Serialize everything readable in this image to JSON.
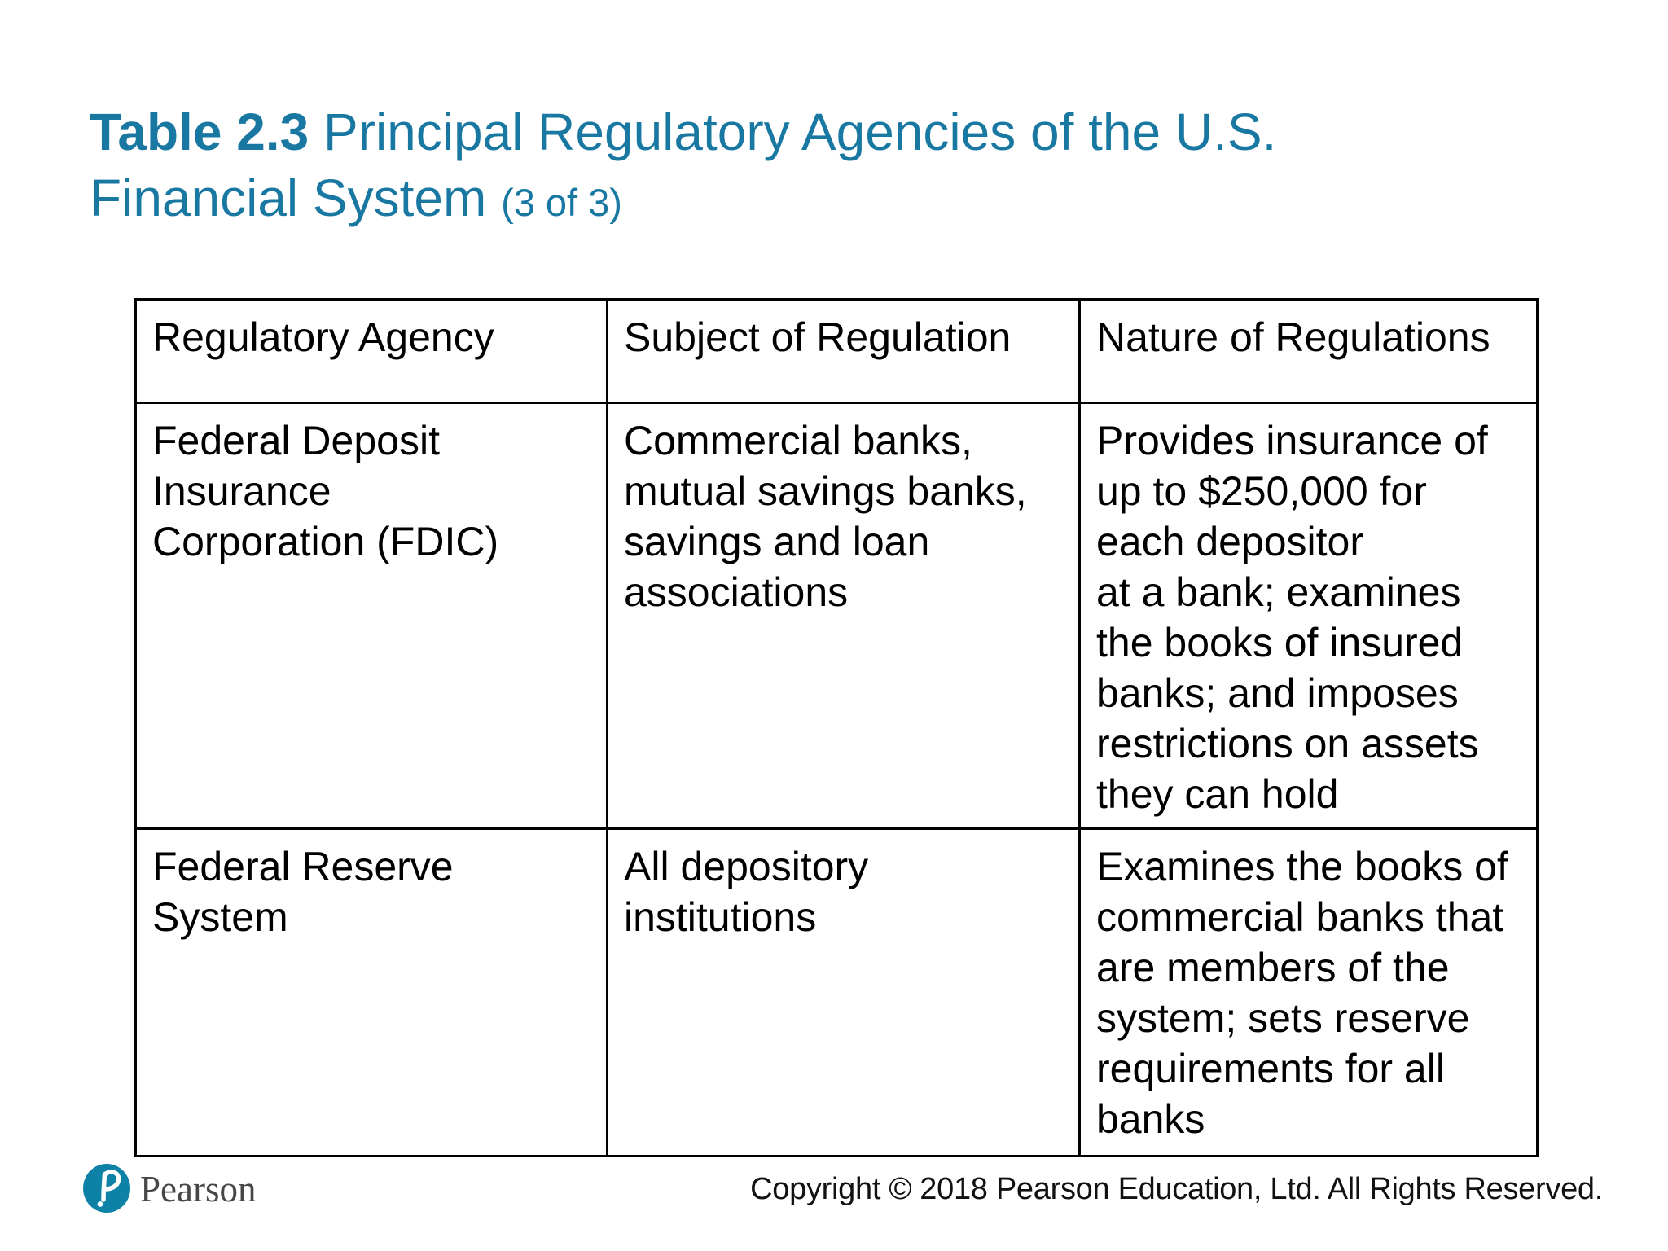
{
  "title": {
    "bold": "Table 2.3",
    "main": " Principal Regulatory Agencies of the U.S. Financial System ",
    "pagination": "(3 of 3)"
  },
  "table": {
    "headers": [
      "Regulatory Agency",
      "Subject of Regulation",
      "Nature of Regulations"
    ],
    "rows": [
      {
        "agency": "Federal Deposit\nInsurance\nCorporation (FDIC)",
        "subject": "Commercial banks,\nmutual savings banks,\nsavings and loan\nassociations",
        "nature": "Provides insurance of\nup to $250,000 for\neach depositor\nat a bank; examines\nthe books of insured\nbanks; and imposes\nrestrictions on assets\nthey can hold"
      },
      {
        "agency": "Federal Reserve\nSystem",
        "subject": "All depository\ninstitutions",
        "nature": "Examines the books of\ncommercial banks that\nare members of the\nsystem; sets reserve\nrequirements for all\nbanks"
      }
    ]
  },
  "footer": {
    "brand": "Pearson",
    "copyright": "Copyright © 2018 Pearson Education, Ltd. All Rights Reserved."
  },
  "colors": {
    "title_teal": "#1978A2",
    "logo_teal": "#0E81A7",
    "brand_gray": "#47474A",
    "border_black": "#000000"
  }
}
